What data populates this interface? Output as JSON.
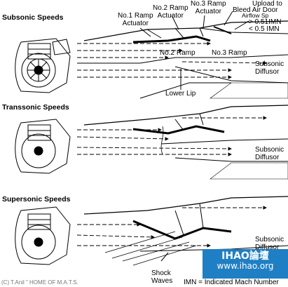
{
  "panels": [
    {
      "heading": "Subsonic Speeds"
    },
    {
      "heading": "Transsonic Speeds"
    },
    {
      "heading": "Supersonic Speeds"
    }
  ],
  "labels": {
    "ramp1_actuator": "No.1 Ramp\nActuator",
    "ramp2_actuator": "No.2 Ramp\nActuator",
    "ramp3_actuator": "No.3 Ramp\nActuator",
    "upload_to": "Upload to",
    "bleed_air_door": "Bleed Air Door",
    "bleed_air_door_2": "Airflow Sp",
    "imn_051_gt": "> 0.51IMN",
    "imn_051_lt": "< 0.5 IMN",
    "ramp2": "No.2 Ramp",
    "ramp3": "No.3 Ramp",
    "subsonic_diffuser_1": "Subsonic\nDiffusor",
    "lower_lip": "Lower Lip",
    "subsonic_diffuser_2": "Subsonic\nDiffusor",
    "subsonic_diffuser_3": "Subsonic\nDiffusor",
    "shock_waves": "Shock\nWaves",
    "imn_legend": "IMN = Indicated Mach Number",
    "copyright": "(C) T.Anil  \" HOME OF M.A.T.S.",
    "watermark_1": "IHAO論壇",
    "watermark_2": "www.ihao.org"
  }
}
